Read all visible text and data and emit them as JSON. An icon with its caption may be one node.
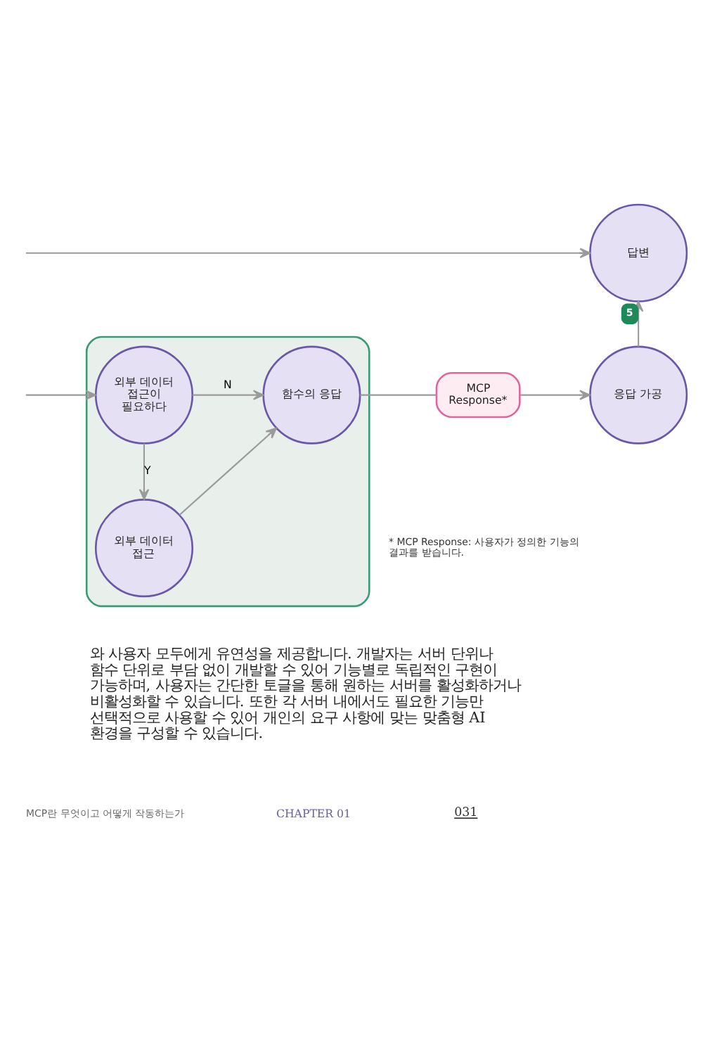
{
  "diagram": {
    "nodes": [
      {
        "text": [
          "답변"
        ]
      },
      {
        "text": [],
        "shape": "box"
      },
      {
        "text": [
          "외부 데이터 접근이 필요하다"
        ],
        "in": 1
      },
      {
        "text": [
          "함수의 응답"
        ],
        "in": 1
      },
      {
        "text": [
          "MCP Response*"
        ]
      },
      {
        "text": [
          "응답 가공"
        ]
      },
      {
        "text": [
          "외부 데이터 접근"
        ],
        "in": 1
      }
    ],
    "edges": [
      {
        "from": null,
        "to": 0,
        "arrow": "to"
      },
      {
        "from": null,
        "to": 2,
        "arrow": "to"
      },
      {
        "from": 2,
        "to": 3,
        "label": "N",
        "arrow": "to"
      },
      {
        "from": 2,
        "to": 6,
        "label": "Y",
        "arrow": "to"
      },
      {
        "from": 6,
        "to": 3,
        "arrow": "to"
      },
      {
        "from": 3,
        "to": 4,
        "arrow": "none"
      },
      {
        "from": 4,
        "to": 5,
        "arrow": "to"
      },
      {
        "from": 5,
        "to": 0,
        "label": "5",
        "arrow": "to"
      }
    ],
    "labels": [
      "* MCP Response: 사용자가 정의한 기능의 결과를 받습니다.",
      "와 사용자 모두에게 유연성을 제공합니다. 개발자는 서버 단위나 함수 단위로 부담 없이 개발할 수 있어 기능별로 독립적인 구현이 가능하며, 사용자는 간단한 토글을 통해 원하는 서버를 활성화하거나 비활성화할 수 있습니다. 또한 각 서버 내에서도 필요한 기능만 선택적으로 사용할 수 있어 개인의 요구 사항에 맞는 맞춤형 AI 환경을 구성할 수 있습니다.",
      "MCP란 무엇이고 어떻게 작동하는가",
      "CHAPTER 01",
      "031"
    ]
  }
}
